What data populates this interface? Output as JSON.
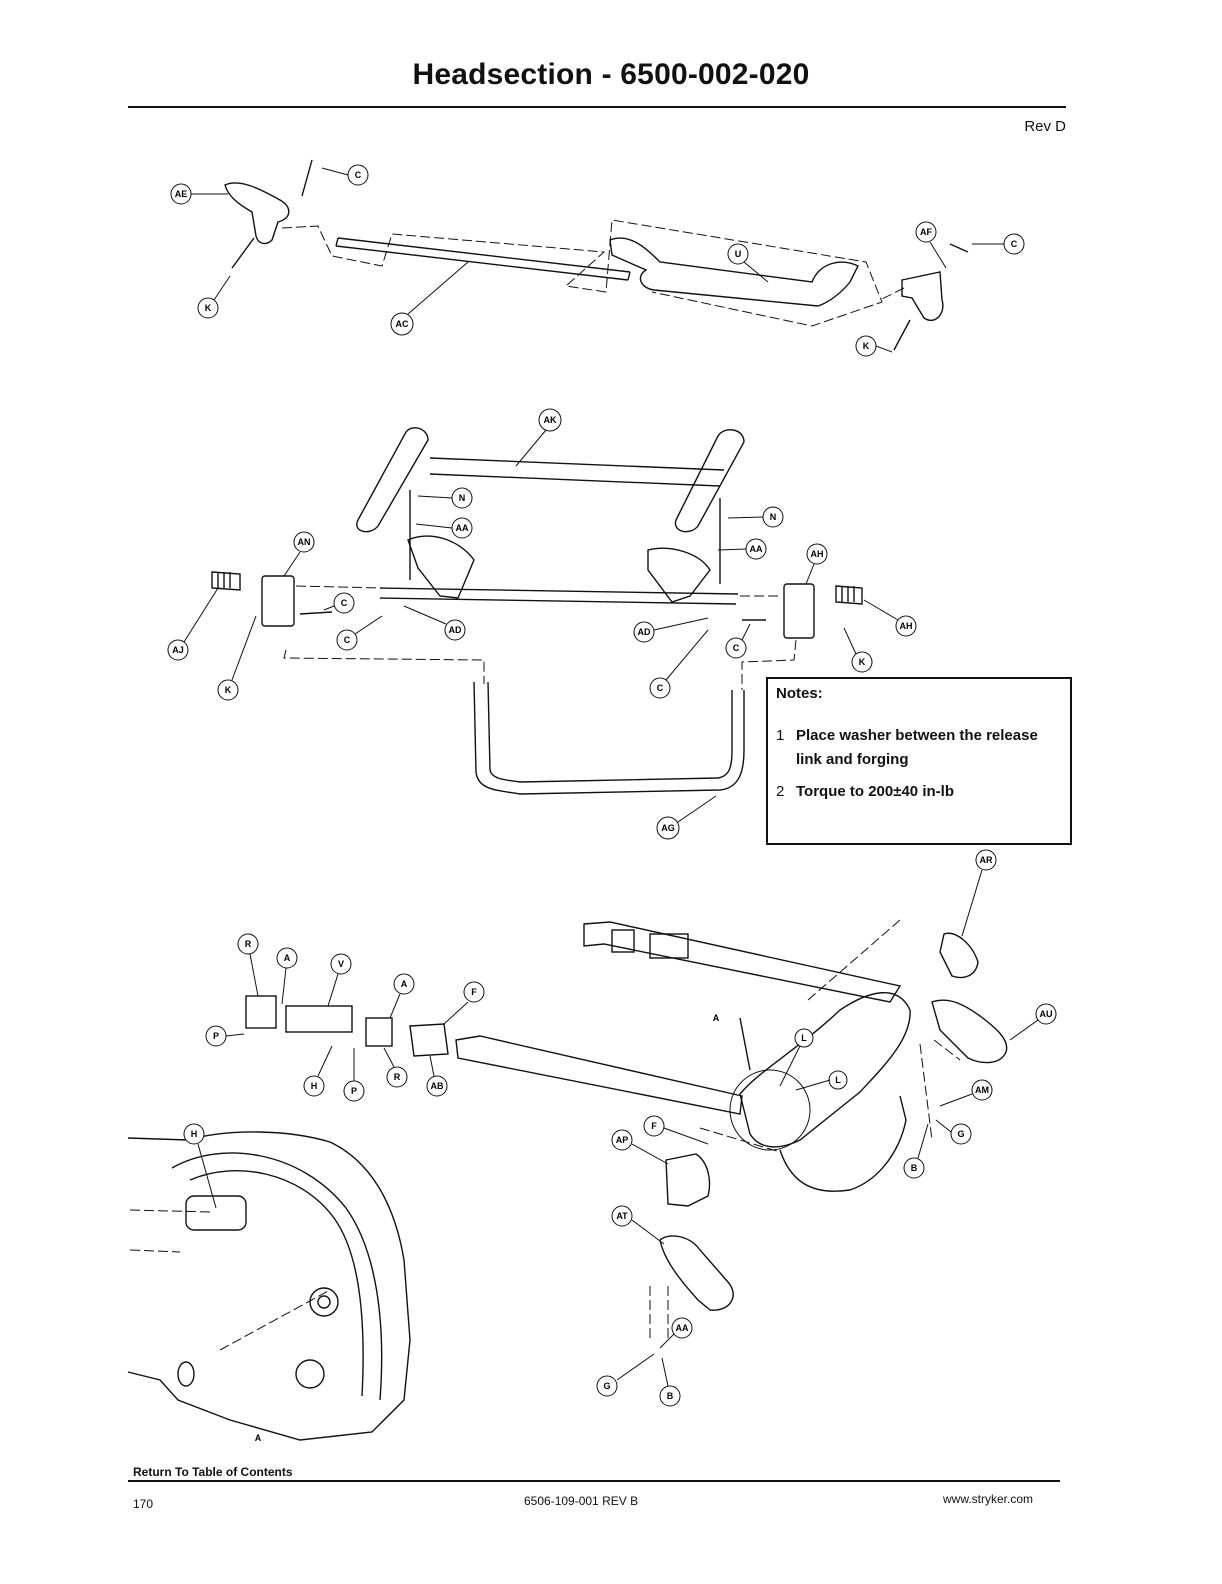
{
  "header": {
    "title": "Headsection - 6500-002-020",
    "revision": "Rev D"
  },
  "callouts": {
    "top": [
      "AE",
      "C",
      "K",
      "AC",
      "U",
      "AF",
      "C",
      "K"
    ],
    "middle": [
      "AK",
      "N",
      "AA",
      "AN",
      "AJ",
      "C",
      "AD",
      "K",
      "C",
      "N",
      "AA",
      "AH",
      "AH",
      "AD",
      "C",
      "K",
      "C",
      "AG"
    ],
    "bottom": [
      "R",
      "A",
      "V",
      "A",
      "F",
      "P",
      "H",
      "P",
      "R",
      "AB",
      "A",
      "L",
      "L",
      "AR",
      "AU",
      "AM",
      "G",
      "B",
      "F",
      "AP",
      "AT",
      "AA",
      "G",
      "B",
      "H",
      "A"
    ]
  },
  "notes": {
    "title": "Notes:",
    "items": [
      {
        "num": "1",
        "text": "Place washer between the release link and forging"
      },
      {
        "num": "2",
        "text": "Torque to 200±40 in-lb"
      }
    ]
  },
  "footer": {
    "toc_link": "Return To Table of Contents",
    "page_number": "170",
    "document_number": "6506-109-001 REV B",
    "website": "www.stryker.com"
  }
}
